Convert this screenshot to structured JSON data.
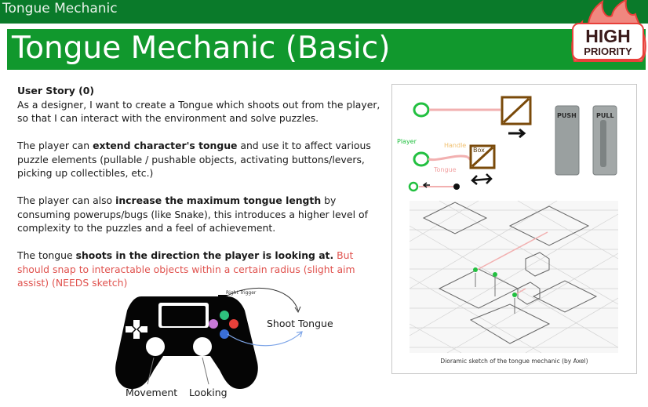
{
  "slide": {
    "section_title": "Tongue Mechanic",
    "title": "Tongue Mechanic (Basic)"
  },
  "badge": {
    "line1": "HIGH",
    "line2": "PRIORITY",
    "color": "#e8403a"
  },
  "story": {
    "heading": "User Story (0)",
    "intro": "As a designer, I want to create a Tongue which shoots out from the player, so that I can interact with the environment and solve puzzles.",
    "p2_a": "The player can ",
    "p2_b": "extend character's tongue",
    "p2_c": " and use it to affect various puzzle elements (pullable / pushable objects, activating buttons/levers, picking up collectibles, etc.)",
    "p3_a": "The player can also ",
    "p3_b": "increase the maximum tongue length",
    "p3_c": " by consuming powerups/bugs (like Snake), this introduces a higher level of complexity to the puzzles and a feel of achievement.",
    "p4_a": "The tongue ",
    "p4_b": "shoots in the direction the player is looking at.",
    "p4_c": " But should snap to interactable objects within a certain radius (slight aim assist) (NEEDS sketch)"
  },
  "sketch": {
    "player_label": "Player",
    "handle_label": "Handle",
    "box_label": "Box",
    "tongue_label": "Tongue",
    "push_label": "PUSH",
    "pull_label": "PULL",
    "caption": "Dioramic sketch of the tongue mechanic (by Axel)"
  },
  "controller": {
    "right_trigger": "Right Trigger",
    "shoot": "Shoot Tongue",
    "movement": "Movement",
    "looking": "Looking",
    "button_colors": [
      "#2ec27e",
      "#e8403a",
      "#c879d8",
      "#3a6fd8"
    ]
  },
  "colors": {
    "topbar": "#0a7a2a",
    "banner": "#11982d",
    "highlight_red": "#e0524e"
  }
}
